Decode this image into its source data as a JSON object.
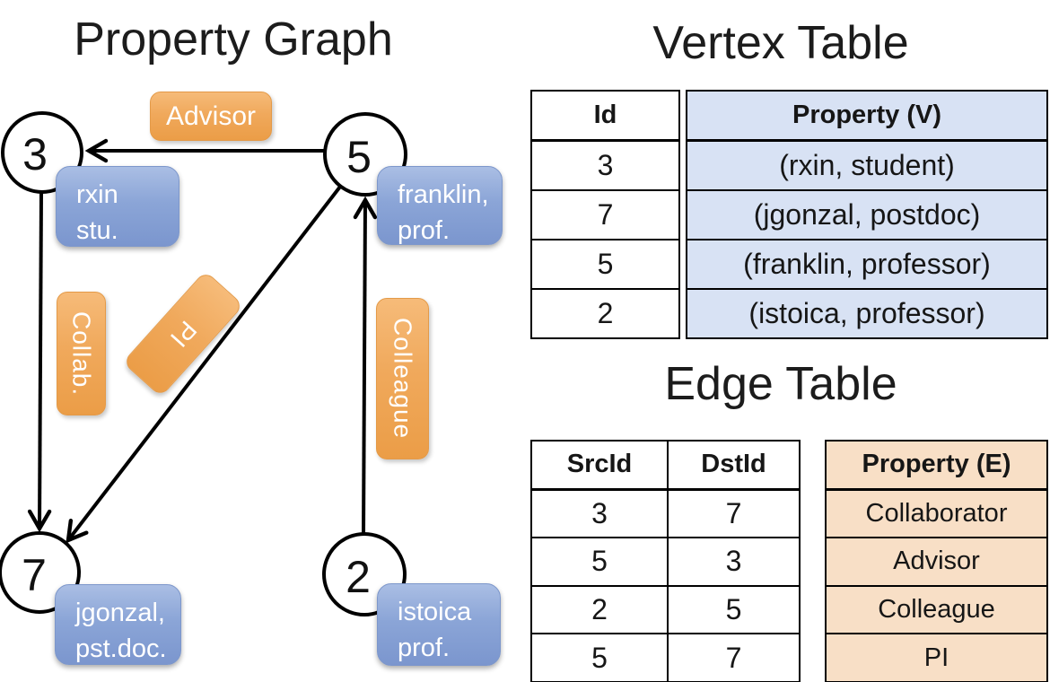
{
  "graph": {
    "title": "Property Graph",
    "nodes": [
      {
        "id": "3",
        "label_line1": "rxin",
        "label_line2": "stu."
      },
      {
        "id": "5",
        "label_line1": "franklin,",
        "label_line2": "prof."
      },
      {
        "id": "7",
        "label_line1": "jgonzal,",
        "label_line2": "pst.doc."
      },
      {
        "id": "2",
        "label_line1": "istoica",
        "label_line2": "prof."
      }
    ],
    "edges": [
      {
        "from": "5",
        "to": "3",
        "label": "Advisor"
      },
      {
        "from": "3",
        "to": "7",
        "label": "Collab."
      },
      {
        "from": "5",
        "to": "7",
        "label": "PI"
      },
      {
        "from": "2",
        "to": "5",
        "label": "Colleague"
      }
    ]
  },
  "vertex_table": {
    "title": "Vertex Table",
    "headers": {
      "id": "Id",
      "property": "Property (V)"
    },
    "rows": [
      {
        "id": "3",
        "property": "(rxin, student)"
      },
      {
        "id": "7",
        "property": "(jgonzal, postdoc)"
      },
      {
        "id": "5",
        "property": "(franklin, professor)"
      },
      {
        "id": "2",
        "property": "(istoica, professor)"
      }
    ]
  },
  "edge_table": {
    "title": "Edge Table",
    "headers": {
      "src": "SrcId",
      "dst": "DstId",
      "property": "Property (E)"
    },
    "rows": [
      {
        "src": "3",
        "dst": "7",
        "property": "Collaborator"
      },
      {
        "src": "5",
        "dst": "3",
        "property": "Advisor"
      },
      {
        "src": "2",
        "dst": "5",
        "property": "Colleague"
      },
      {
        "src": "5",
        "dst": "7",
        "property": "PI"
      }
    ]
  },
  "colors": {
    "edge_badge_orange": "#eca04b",
    "vertex_box_blue": "#7b96ce",
    "vertex_table_fill": "#d8e2f4",
    "edge_table_fill": "#f8dfc6",
    "line_black": "#000000"
  }
}
